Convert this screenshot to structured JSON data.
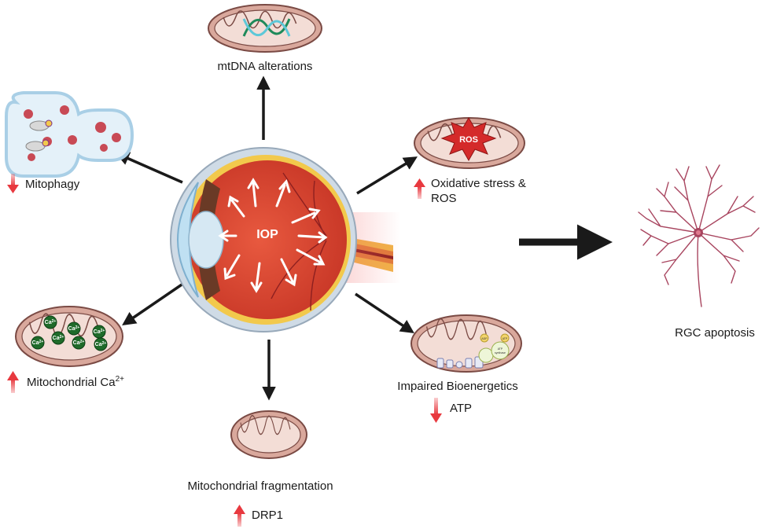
{
  "center": {
    "label": "IOP"
  },
  "nodes": {
    "mtdna": {
      "label": "mtDNA alterations"
    },
    "mitophagy": {
      "label": "Mitophagy",
      "trend": "down"
    },
    "oxidative": {
      "label_line1": "Oxidative stress &",
      "label_line2": "ROS",
      "badge": "ROS",
      "trend": "up"
    },
    "calcium": {
      "label": "Mitochondrial Ca",
      "label_sup": "2+",
      "ion": "Ca",
      "ion_sup": "2+",
      "trend": "up"
    },
    "fragmentation": {
      "label": "Mitochondrial fragmentation",
      "marker": "DRP1",
      "trend": "up"
    },
    "bioenergetics": {
      "label": "Impaired Bioenergetics",
      "marker": "ATP",
      "trend": "down",
      "tiny_1": "ADP",
      "tiny_2": "ATP",
      "tiny_3": "ATP",
      "tiny_4": "synthase"
    },
    "outcome": {
      "label": "RGC apoptosis"
    }
  },
  "colors": {
    "arrow": "#1a1a1a",
    "trend_arrow": "#e8393f",
    "mito_outer": "#d9a89c",
    "mito_inner": "#f3ddd6",
    "mito_stroke": "#7a4a44",
    "eye_red": "#d9432f",
    "calcium_green": "#1f6b2a",
    "neuron": "#a8455f"
  }
}
